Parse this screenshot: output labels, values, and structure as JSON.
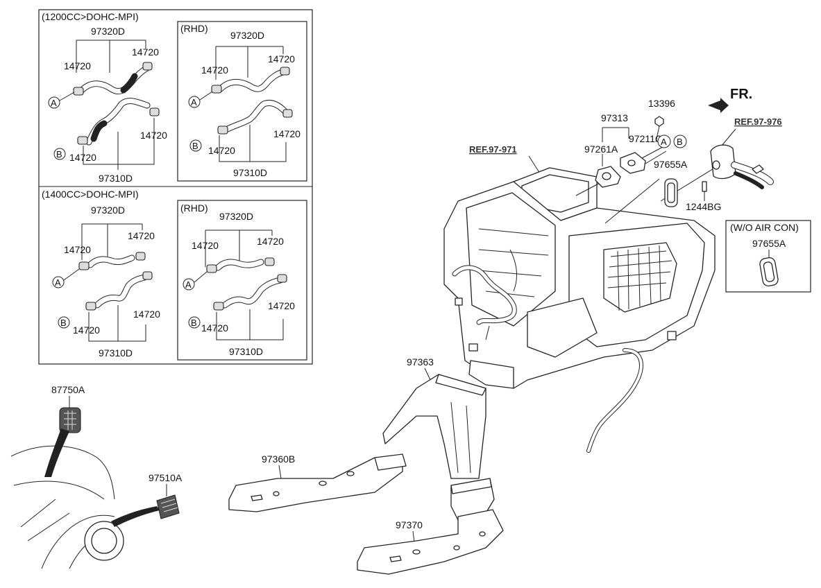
{
  "panels": {
    "p1200": {
      "title": "(1200CC>DOHC-MPI)",
      "top": "97320D",
      "bottom": "97310D",
      "clamp": "14720",
      "markA": "A",
      "markB": "B"
    },
    "p1200_rhd": {
      "title": "(RHD)",
      "top": "97320D",
      "bottom": "97310D",
      "clamp": "14720",
      "markA": "A",
      "markB": "B"
    },
    "p1400": {
      "title": "(1400CC>DOHC-MPI)",
      "top": "97320D",
      "bottom": "97310D",
      "clamp": "14720",
      "markA": "A",
      "markB": "B"
    },
    "p1400_rhd": {
      "title": "(RHD)",
      "top": "97320D",
      "bottom": "97310D",
      "clamp": "14720",
      "markA": "A",
      "markB": "B"
    }
  },
  "main": {
    "ref_971": "REF.97-971",
    "ref_976": "REF.97-976",
    "fr": "FR.",
    "p97313": "97313",
    "p13396": "13396",
    "p97211C": "97211C",
    "p97261A": "97261A",
    "p97655A": "97655A",
    "p1244BG": "1244BG",
    "markA": "A",
    "markB": "B",
    "p97363": "97363",
    "p97360B": "97360B",
    "p97370": "97370",
    "p87750A": "87750A",
    "p97510A": "97510A"
  },
  "wo_aircon": {
    "title": "(W/O AIR CON)",
    "part": "97655A"
  }
}
